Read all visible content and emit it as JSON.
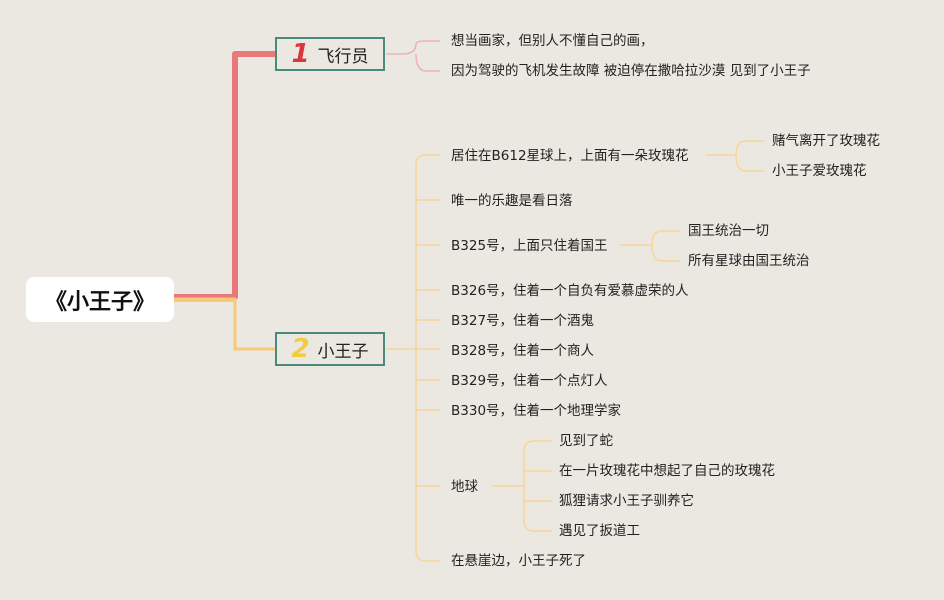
{
  "root": {
    "title": "《小王子》"
  },
  "branches": [
    {
      "number": "1",
      "label": "飞行员",
      "number_color": "#d9363e",
      "items": [
        "想当画家，但别人不懂自己的画，",
        "因为驾驶的飞机发生故障 被迫停在撒哈拉沙漠 见到了小王子"
      ]
    },
    {
      "number": "2",
      "label": "小王子",
      "number_color": "#f2cc3c",
      "items": [
        {
          "text": "居住在B612星球上，上面有一朵玫瑰花",
          "children": [
            "赌气离开了玫瑰花",
            "小王子爱玫瑰花"
          ]
        },
        {
          "text": "唯一的乐趣是看日落"
        },
        {
          "text": "B325号，上面只住着国王",
          "children": [
            "国王统治一切",
            "所有星球由国王统治"
          ]
        },
        {
          "text": "B326号，住着一个自负有爱慕虚荣的人"
        },
        {
          "text": "B327号，住着一个酒鬼"
        },
        {
          "text": "B328号，住着一个商人"
        },
        {
          "text": "B329号，住着一个点灯人"
        },
        {
          "text": "B330号，住着一个地理学家"
        },
        {
          "text": "地球",
          "children": [
            "见到了蛇",
            "在一片玫瑰花中想起了自己的玫瑰花",
            "狐狸请求小王子驯养它",
            "遇见了扳道工"
          ]
        },
        {
          "text": "在悬崖边，小王子死了"
        }
      ]
    }
  ],
  "colors": {
    "branch1_line": "#e8787a",
    "branch2_line": "#f7c978",
    "box_border": "#4a8a7c"
  }
}
